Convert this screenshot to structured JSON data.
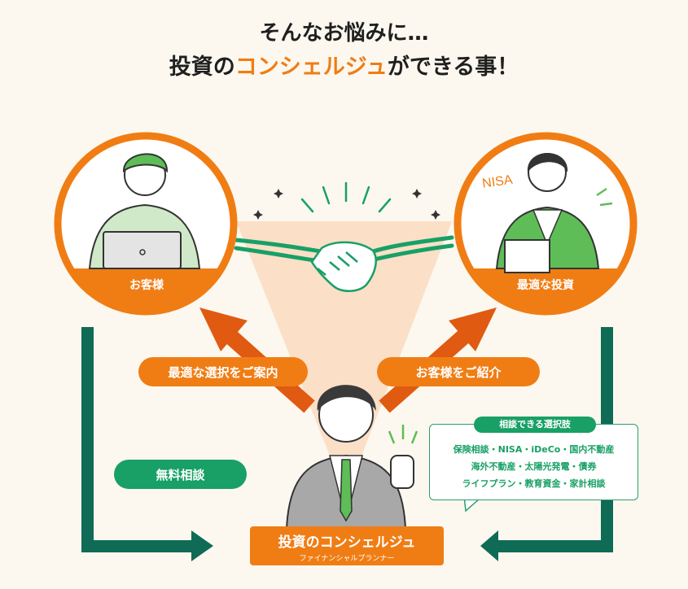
{
  "heading": {
    "line1": "そんなお悩みに…",
    "line2_prefix": "投資の",
    "line2_highlight": "コンシェルジュ",
    "line2_suffix": "ができる事！"
  },
  "customer_circle": {
    "label": "お客様"
  },
  "investment_circle": {
    "label": "最適な投資",
    "nisa_text": "NISA"
  },
  "pills": {
    "guide": "最適な選択をご案内",
    "introduce": "お客様をご紹介",
    "free_consult": "無料相談"
  },
  "choices": {
    "title": "相談できる選択肢",
    "lines": [
      "保険相談・NISA・iDeCo・国内不動産",
      "海外不動産・太陽光発電・債券",
      "ライフプラン・教育資金・家計相談"
    ]
  },
  "concierge": {
    "title": "投資のコンシェルジュ",
    "subtitle": "ファイナンシャルプランナー"
  },
  "colors": {
    "orange": "#f07d14",
    "green": "#18a066",
    "dark_green": "#0f6b55",
    "arrow_orange": "#e05a12",
    "beige": "#fcf8ef",
    "triangle": "#fbd7ba"
  }
}
